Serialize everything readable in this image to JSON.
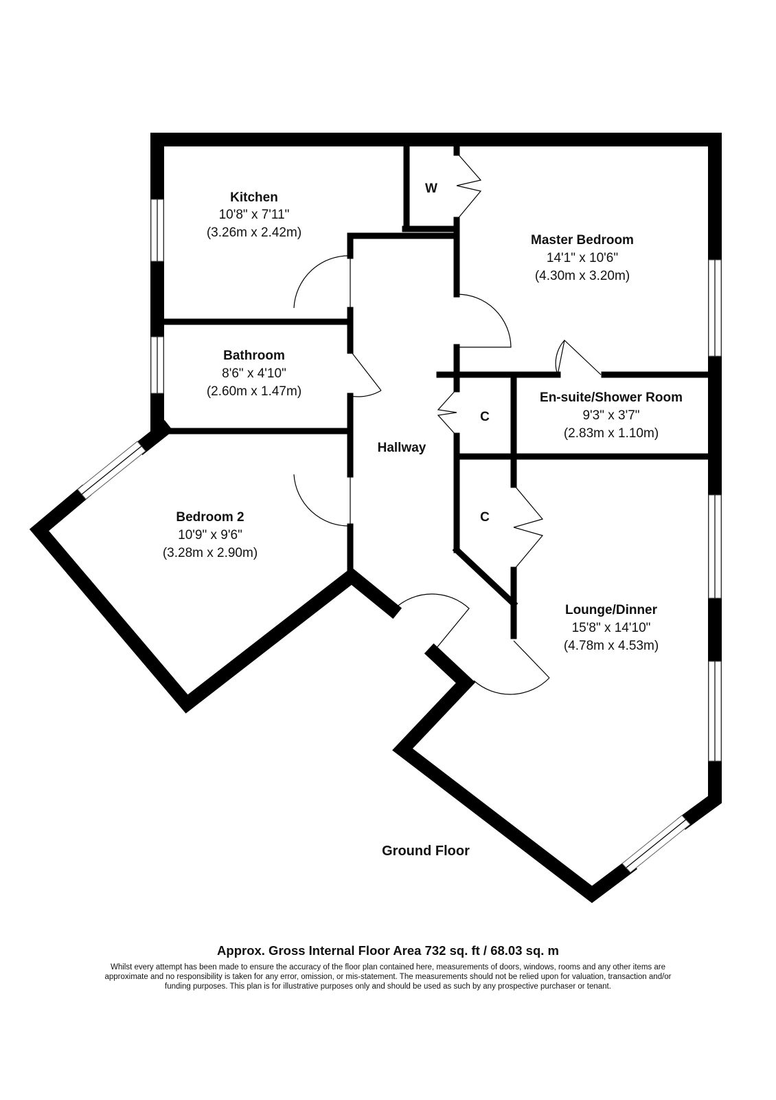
{
  "rooms": {
    "kitchen": {
      "name": "Kitchen",
      "imperial": "10'8\" x 7'11\"",
      "metric": "(3.26m x 2.42m)"
    },
    "master": {
      "name": "Master Bedroom",
      "imperial": "14'1\" x 10'6\"",
      "metric": "(4.30m x 3.20m)"
    },
    "bathroom": {
      "name": "Bathroom",
      "imperial": "8'6\" x 4'10\"",
      "metric": "(2.60m x 1.47m)"
    },
    "ensuite": {
      "name": "En-suite/Shower Room",
      "imperial": "9'3\" x 3'7\"",
      "metric": "(2.83m x 1.10m)"
    },
    "hallway": {
      "name": "Hallway"
    },
    "bedroom2": {
      "name": "Bedroom 2",
      "imperial": "10'9\" x 9'6\"",
      "metric": "(3.28m x 2.90m)"
    },
    "lounge": {
      "name": "Lounge/Dinner",
      "imperial": "15'8\" x 14'10\"",
      "metric": "(4.78m x 4.53m)"
    }
  },
  "cupboards": {
    "wardrobe": "W",
    "cupboard_upper": "C",
    "cupboard_lower": "C"
  },
  "floor_label": "Ground Floor",
  "footer": {
    "area": "Approx. Gross Internal Floor Area 732 sq. ft / 68.03 sq. m",
    "disclaimer": "Whilst every attempt has been made to ensure the accuracy of the floor plan contained here, measurements of doors, windows, rooms and any other items are approximate and no responsibility is taken for any error, omission, or mis-statement. The measurements should not be relied upon for valuation, transaction and/or funding purposes. This plan is for illustrative purposes only and should be used as such by any prospective purchaser or tenant."
  }
}
